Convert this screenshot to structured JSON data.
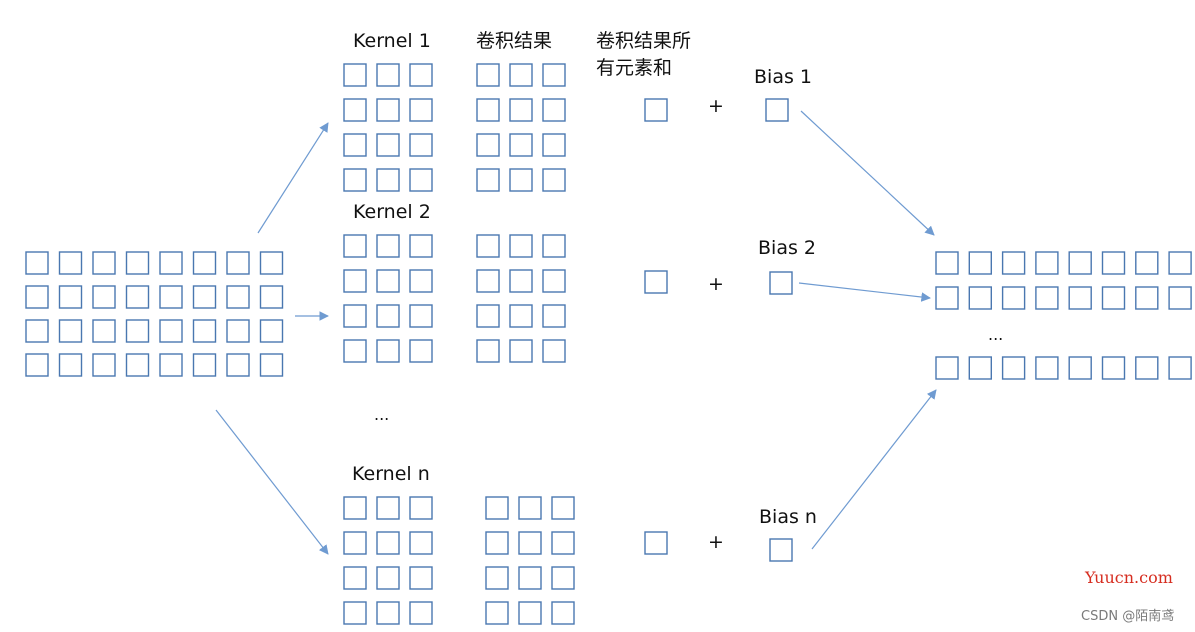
{
  "colors": {
    "cell_stroke": "#4a77b0",
    "arrow": "#6f9bd1",
    "watermark_site": "#d62d20"
  },
  "labels": {
    "kernel1": "Kernel 1",
    "kernel2": "Kernel 2",
    "kerneln": "Kernel n",
    "conv_result": "卷积结果",
    "conv_sum_line1": "卷积结果所",
    "conv_sum_line2": "有元素和",
    "bias1": "Bias 1",
    "bias2": "Bias 2",
    "biasn": "Bias n",
    "plus": "+",
    "ellipsis_kernels": "...",
    "ellipsis_output": "..."
  },
  "watermark": {
    "site": "Yuucn.com",
    "csdn": "CSDN @陌南鸢"
  }
}
